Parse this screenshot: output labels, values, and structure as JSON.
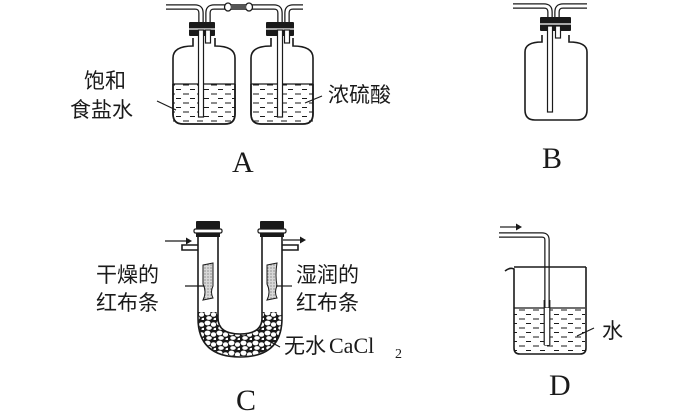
{
  "figure": {
    "panels": [
      {
        "id": "A",
        "letter": "A",
        "description": "Two gas washing bottles connected in series",
        "labels": {
          "left_line1": "饱和",
          "left_line2": "食盐水",
          "right": "浓硫酸"
        }
      },
      {
        "id": "B",
        "letter": "B",
        "description": "Empty gas collecting bottle with long and short tubes"
      },
      {
        "id": "C",
        "letter": "C",
        "description": "U-tube with red cloth strips and anhydrous calcium chloride",
        "labels": {
          "left_line1": "干燥的",
          "left_line2": "红布条",
          "right_line1": "湿润的",
          "right_line2": "红布条",
          "bottom_prefix": "无水",
          "bottom_formula": "CaCl",
          "bottom_subscript": "2"
        }
      },
      {
        "id": "D",
        "letter": "D",
        "description": "Beaker of water with gas inlet tube",
        "labels": {
          "liquid": "水"
        }
      }
    ]
  }
}
